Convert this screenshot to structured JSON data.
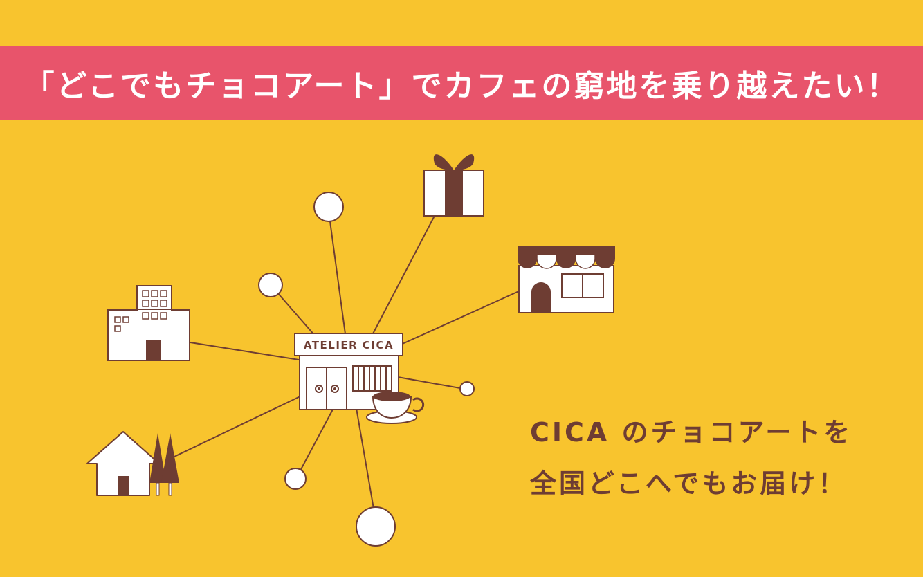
{
  "banner": {
    "title": "「どこでもチョコアート」でカフェの窮地を乗り越えたい！"
  },
  "shop": {
    "sign": "ATELIER CICA"
  },
  "message": {
    "line1": "CICA のチョコアートを",
    "line2": "全国どこへでもお届け！"
  },
  "colors": {
    "background": "#F8C42E",
    "banner": "#E8546B",
    "brown": "#6E3D33",
    "white": "#FFFFFF"
  },
  "icons": [
    "gift-icon",
    "storefront-icon",
    "office-building-icon",
    "house-with-trees-icon",
    "coffee-cup-icon",
    "cafe-shop-icon"
  ]
}
